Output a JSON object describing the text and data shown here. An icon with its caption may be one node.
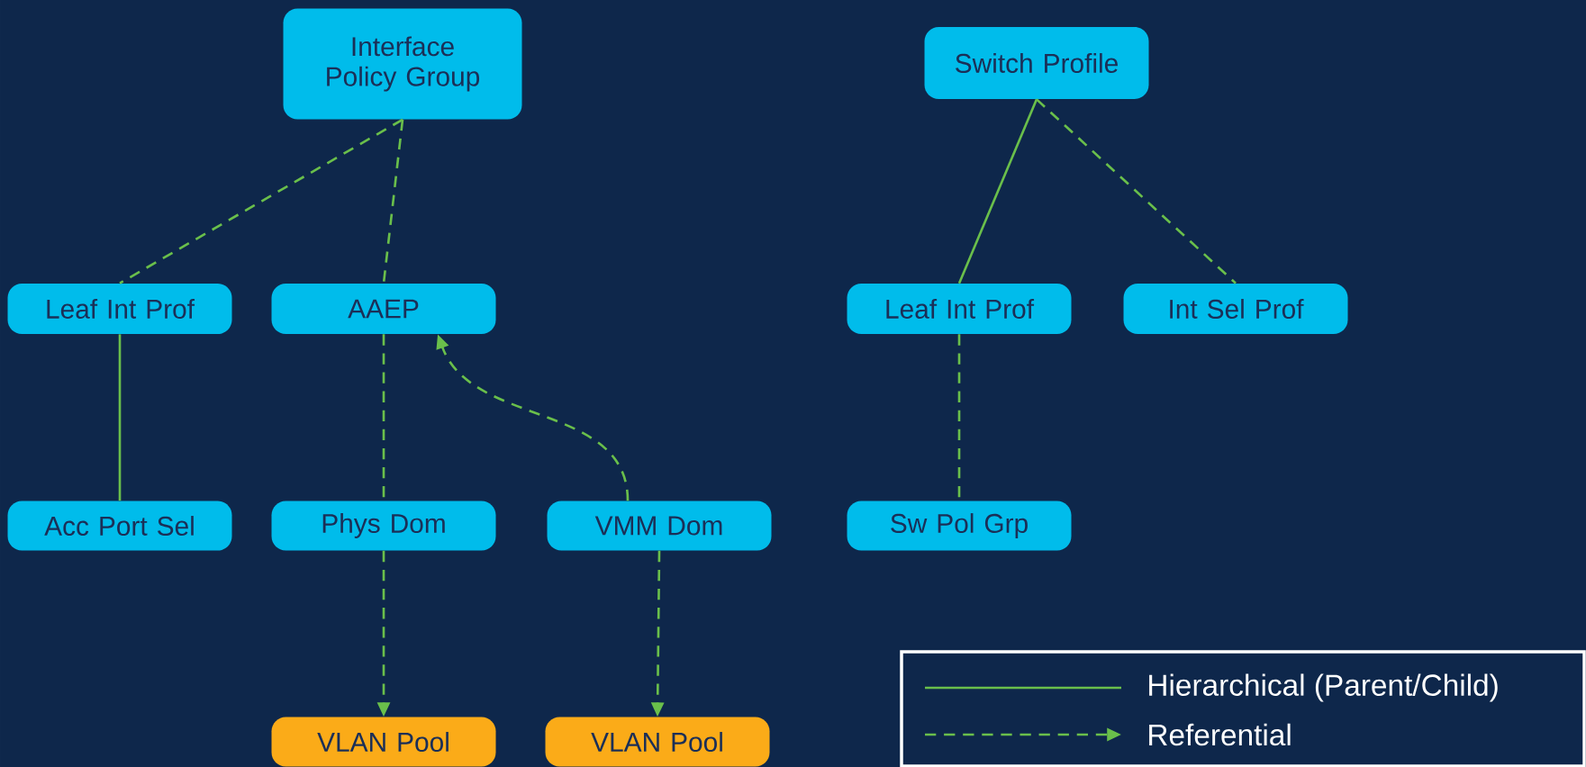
{
  "diagram": {
    "nodes": [
      {
        "text": [
          "Interface Policy Group"
        ]
      },
      {
        "text": [
          "Leaf Int Prof"
        ]
      },
      {
        "text": [
          "AAEP"
        ]
      },
      {
        "text": [
          "Acc Port Sel"
        ]
      },
      {
        "text": [
          "Phys Dom"
        ]
      },
      {
        "text": [
          "VMM Dom"
        ]
      },
      {
        "text": [
          "VLAN Pool"
        ]
      },
      {
        "text": [
          "VLAN Pool"
        ]
      },
      {
        "text": [
          "Switch Profile"
        ]
      },
      {
        "text": [
          "Leaf Int Prof"
        ]
      },
      {
        "text": [
          "Int Sel Prof"
        ]
      },
      {
        "text": [
          "Sw Pol Grp"
        ]
      }
    ],
    "edges": [
      {
        "from": 0,
        "to": 1,
        "arrow": "none",
        "style": "dashed"
      },
      {
        "from": 0,
        "to": 2,
        "arrow": "none",
        "style": "dashed"
      },
      {
        "from": 1,
        "to": 3,
        "arrow": "none"
      },
      {
        "from": 2,
        "to": 4,
        "arrow": "none",
        "style": "dashed"
      },
      {
        "from": 4,
        "to": 6,
        "arrow": "to",
        "style": "dashed"
      },
      {
        "from": 5,
        "to": 2,
        "arrow": "to",
        "style": "dashed"
      },
      {
        "from": 5,
        "to": 7,
        "arrow": "to",
        "style": "dashed"
      },
      {
        "from": 8,
        "to": 9,
        "arrow": "none"
      },
      {
        "from": 8,
        "to": 10,
        "arrow": "none",
        "style": "dashed"
      },
      {
        "from": 9,
        "to": 11,
        "arrow": "none",
        "style": "dashed"
      }
    ],
    "legend": [
      {
        "text": "Hierarchical (Parent/Child)"
      },
      {
        "text": "Referential"
      }
    ]
  }
}
